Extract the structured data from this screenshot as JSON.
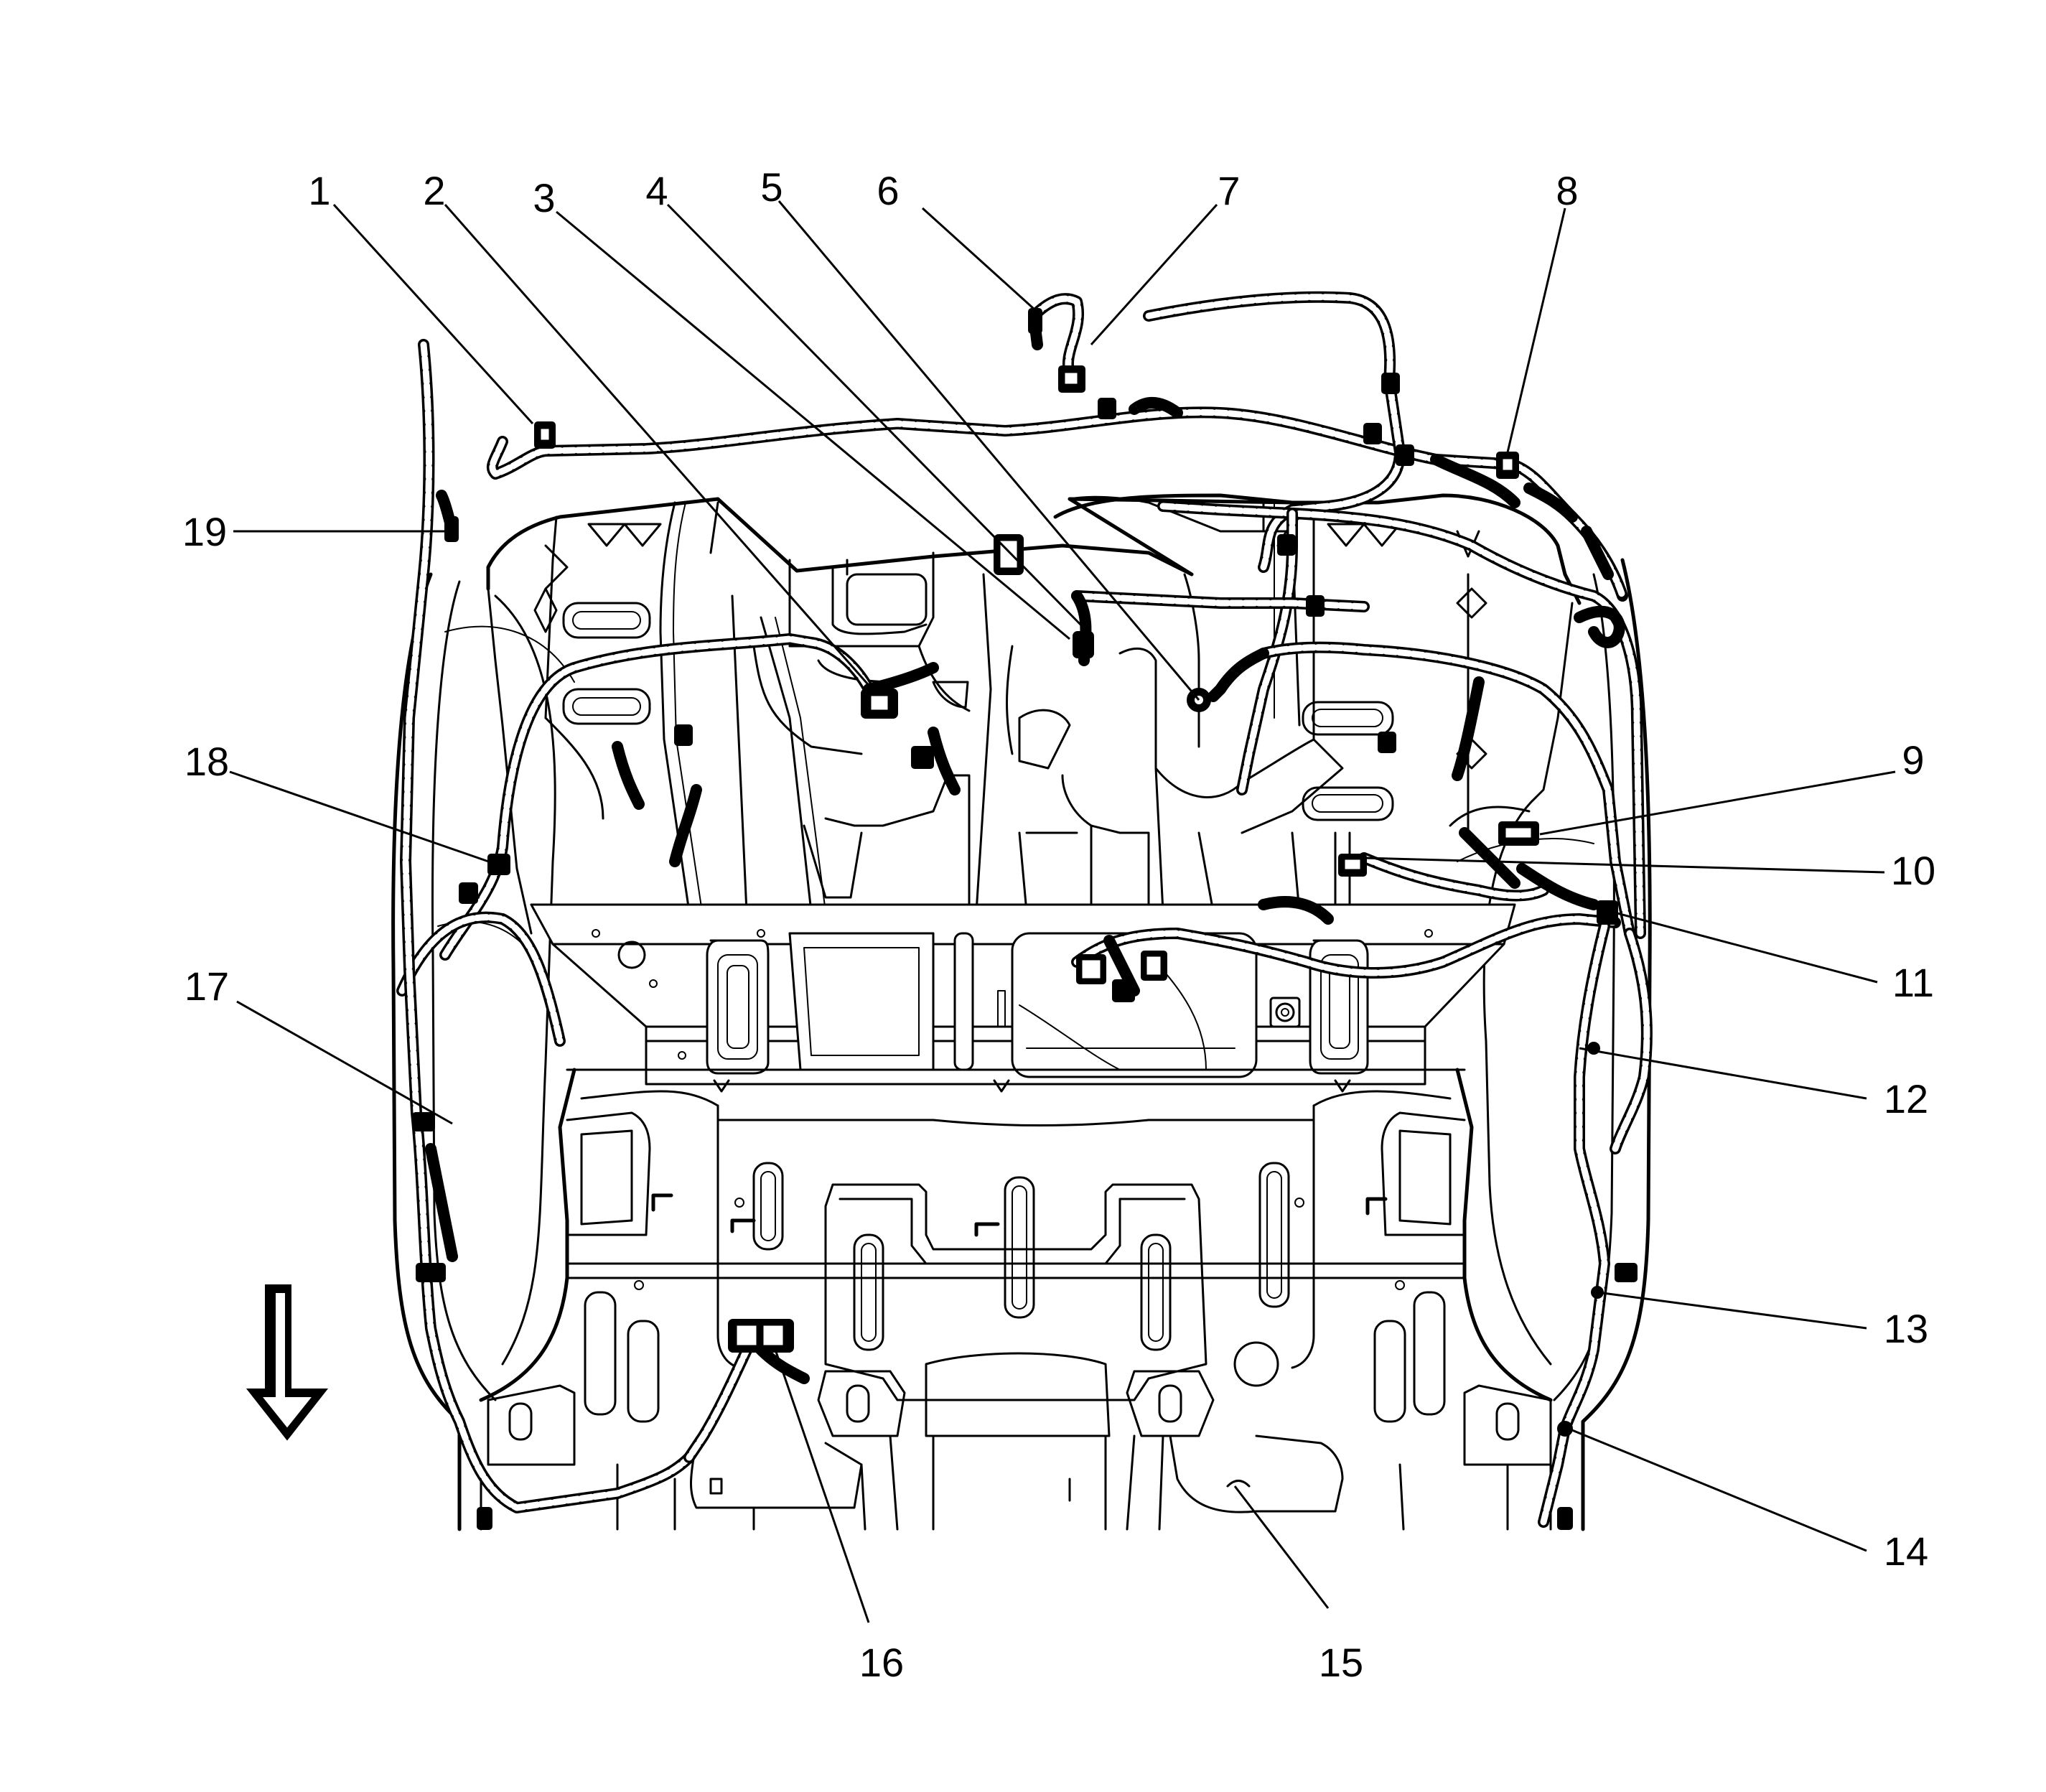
{
  "diagram": {
    "callouts": [
      {
        "id": "1",
        "label": "1"
      },
      {
        "id": "2",
        "label": "2"
      },
      {
        "id": "3",
        "label": "3"
      },
      {
        "id": "4",
        "label": "4"
      },
      {
        "id": "5",
        "label": "5"
      },
      {
        "id": "6",
        "label": "6"
      },
      {
        "id": "7",
        "label": "7"
      },
      {
        "id": "8",
        "label": "8"
      },
      {
        "id": "9",
        "label": "9"
      },
      {
        "id": "10",
        "label": "10"
      },
      {
        "id": "11",
        "label": "11"
      },
      {
        "id": "12",
        "label": "12"
      },
      {
        "id": "13",
        "label": "13"
      },
      {
        "id": "14",
        "label": "14"
      },
      {
        "id": "15",
        "label": "15"
      },
      {
        "id": "16",
        "label": "16"
      },
      {
        "id": "17",
        "label": "17"
      },
      {
        "id": "18",
        "label": "18"
      },
      {
        "id": "19",
        "label": "19"
      }
    ],
    "direction_arrow": "down-arrow"
  }
}
